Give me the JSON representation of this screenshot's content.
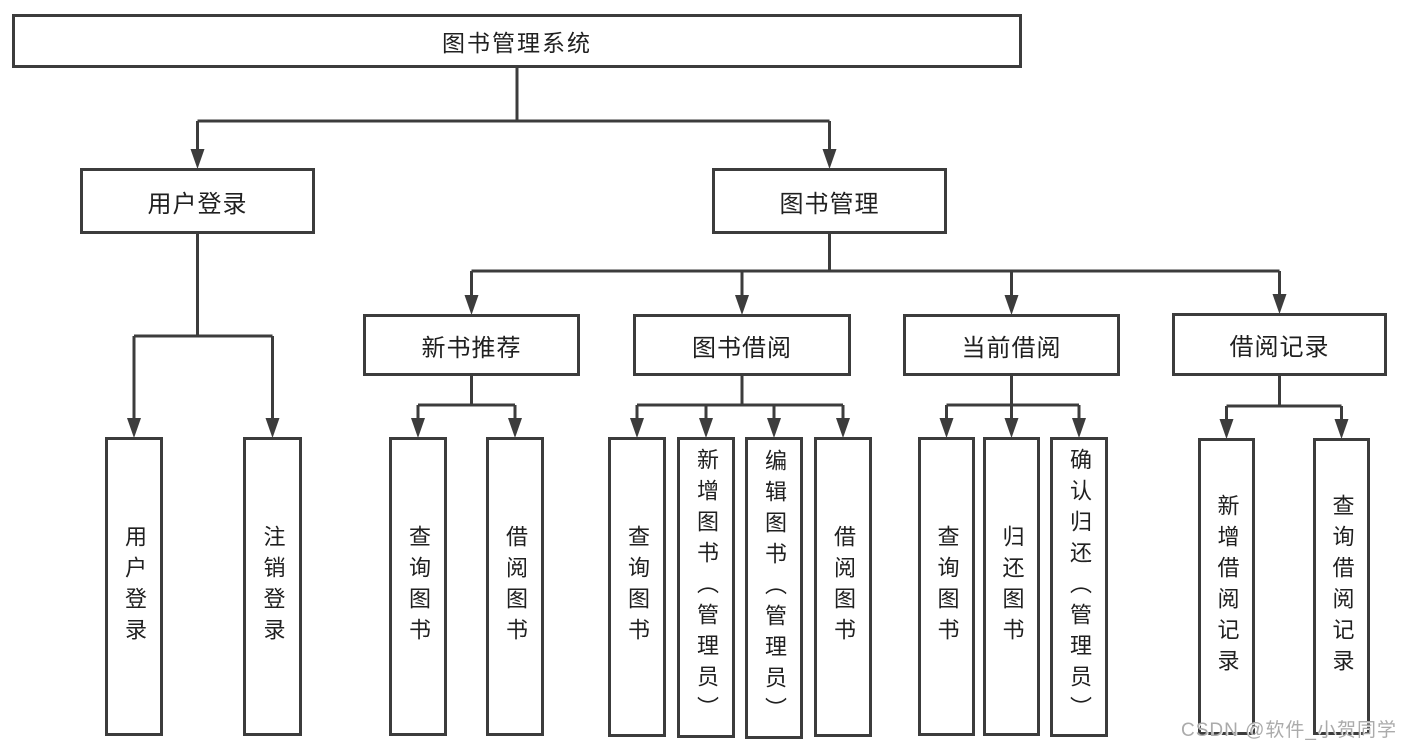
{
  "diagram_title": "图书管理系统",
  "nodes": {
    "root": {
      "label": "图书管理系统"
    },
    "user-login": {
      "label": "用户登录"
    },
    "book-mgmt": {
      "label": "图书管理"
    },
    "new-book": {
      "label": "新书推荐"
    },
    "book-borrow": {
      "label": "图书借阅"
    },
    "current-borrow": {
      "label": "当前借阅"
    },
    "borrow-record": {
      "label": "借阅记录"
    },
    "leaf-user-login": {
      "label": "用户登录"
    },
    "leaf-logout": {
      "label": "注销登录"
    },
    "leaf-query-book-1": {
      "label": "查询图书"
    },
    "leaf-borrow-book-1": {
      "label": "借阅图书"
    },
    "leaf-query-book-2": {
      "label": "查询图书"
    },
    "leaf-add-book": {
      "label": "新增图书（管理员）"
    },
    "leaf-edit-book": {
      "label": "编辑图书（管理员）"
    },
    "leaf-borrow-book-2": {
      "label": "借阅图书"
    },
    "leaf-query-book-3": {
      "label": "查询图书"
    },
    "leaf-return-book": {
      "label": "归还图书"
    },
    "leaf-confirm-return": {
      "label": "确认归还（管理员）"
    },
    "leaf-add-record": {
      "label": "新增借阅记录"
    },
    "leaf-query-record": {
      "label": "查询借阅记录"
    }
  },
  "hierarchy": [
    {
      "parent": "root",
      "children": [
        "user-login",
        "book-mgmt"
      ]
    },
    {
      "parent": "user-login",
      "children": [
        "leaf-user-login",
        "leaf-logout"
      ]
    },
    {
      "parent": "book-mgmt",
      "children": [
        "new-book",
        "book-borrow",
        "current-borrow",
        "borrow-record"
      ]
    },
    {
      "parent": "new-book",
      "children": [
        "leaf-query-book-1",
        "leaf-borrow-book-1"
      ]
    },
    {
      "parent": "book-borrow",
      "children": [
        "leaf-query-book-2",
        "leaf-add-book",
        "leaf-edit-book",
        "leaf-borrow-book-2"
      ]
    },
    {
      "parent": "current-borrow",
      "children": [
        "leaf-query-book-3",
        "leaf-return-book",
        "leaf-confirm-return"
      ]
    },
    {
      "parent": "borrow-record",
      "children": [
        "leaf-add-record",
        "leaf-query-record"
      ]
    }
  ],
  "watermark": {
    "text": "CSDN @软件_小贺同学"
  },
  "colors": {
    "line": "#3c3c3c",
    "text": "#202020",
    "watermark": "#ababab",
    "background": "#ffffff"
  }
}
